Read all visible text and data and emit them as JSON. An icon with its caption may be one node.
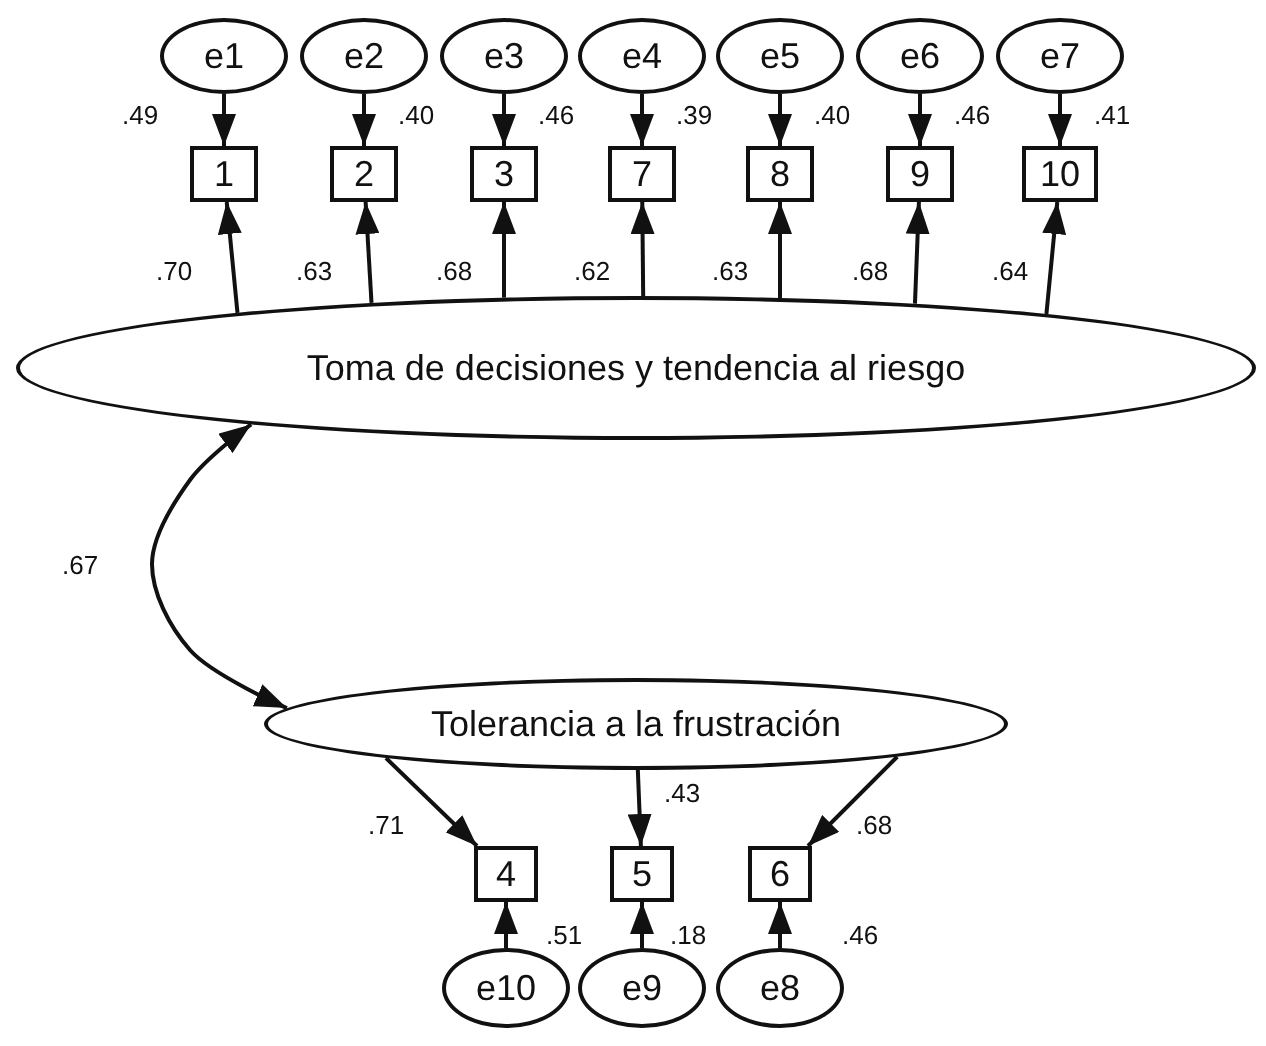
{
  "diagram": {
    "nodes": [
      {
        "text": [
          "e1"
        ]
      },
      {
        "text": [
          "e2"
        ]
      },
      {
        "text": [
          "e3"
        ]
      },
      {
        "text": [
          "e4"
        ]
      },
      {
        "text": [
          "e5"
        ]
      },
      {
        "text": [
          "e6"
        ]
      },
      {
        "text": [
          "e7"
        ]
      },
      {
        "text": [
          "1"
        ]
      },
      {
        "text": [
          "2"
        ]
      },
      {
        "text": [
          "3"
        ]
      },
      {
        "text": [
          "7"
        ]
      },
      {
        "text": [
          "8"
        ]
      },
      {
        "text": [
          "9"
        ]
      },
      {
        "text": [
          "10"
        ]
      },
      {
        "text": [
          "Toma de decisiones y tendencia al riesgo"
        ]
      },
      {
        "text": [
          "Tolerancia a la frustración"
        ]
      },
      {
        "text": [
          "4"
        ]
      },
      {
        "text": [
          "5"
        ]
      },
      {
        "text": [
          "6"
        ]
      },
      {
        "text": [
          "e10"
        ]
      },
      {
        "text": [
          "e9"
        ]
      },
      {
        "text": [
          "e8"
        ]
      }
    ],
    "edges": [
      {
        "from": 0,
        "to": 7,
        "arrow": "to",
        "label": ".49"
      },
      {
        "from": 1,
        "to": 8,
        "arrow": "to",
        "label": ".40"
      },
      {
        "from": 2,
        "to": 9,
        "arrow": "to",
        "label": ".46"
      },
      {
        "from": 3,
        "to": 10,
        "arrow": "to",
        "label": ".39"
      },
      {
        "from": 4,
        "to": 11,
        "arrow": "to",
        "label": ".40"
      },
      {
        "from": 5,
        "to": 12,
        "arrow": "to",
        "label": ".46"
      },
      {
        "from": 6,
        "to": 13,
        "arrow": "to",
        "label": ".41"
      },
      {
        "from": 14,
        "to": 7,
        "arrow": "to",
        "label": ".70"
      },
      {
        "from": 14,
        "to": 8,
        "arrow": "to",
        "label": ".63"
      },
      {
        "from": 14,
        "to": 9,
        "arrow": "to",
        "label": ".68"
      },
      {
        "from": 14,
        "to": 10,
        "arrow": "to",
        "label": ".62"
      },
      {
        "from": 14,
        "to": 11,
        "arrow": "to",
        "label": ".63"
      },
      {
        "from": 14,
        "to": 12,
        "arrow": "to",
        "label": ".68"
      },
      {
        "from": 14,
        "to": 13,
        "arrow": "to",
        "label": ".64"
      },
      {
        "from": 14,
        "to": 15,
        "arrow": "both",
        "label": ".67"
      },
      {
        "from": 15,
        "to": 16,
        "arrow": "to",
        "label": ".71"
      },
      {
        "from": 15,
        "to": 17,
        "arrow": "to",
        "label": ".43"
      },
      {
        "from": 15,
        "to": 18,
        "arrow": "to",
        "label": ".68"
      },
      {
        "from": 19,
        "to": 16,
        "arrow": "to",
        "label": ".51"
      },
      {
        "from": 20,
        "to": 17,
        "arrow": "to",
        "label": ".18"
      },
      {
        "from": 21,
        "to": 18,
        "arrow": "to",
        "label": ".46"
      }
    ]
  }
}
